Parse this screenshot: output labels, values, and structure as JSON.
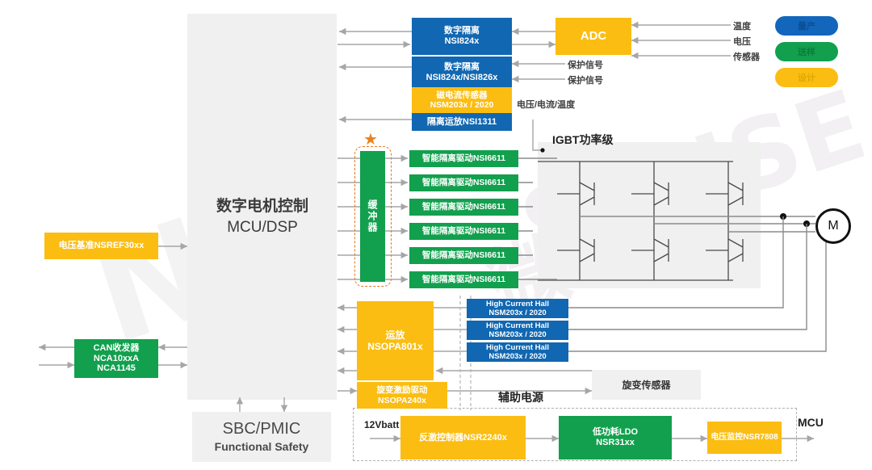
{
  "diagram": {
    "title_hidden": "",
    "mcu": {
      "line1": "数字电机控制",
      "line2": "MCU/DSP"
    },
    "sbc": {
      "line1": "SBC/PMIC",
      "line2": "Functional Safety"
    },
    "motor_label": "M",
    "igbt_label": "IGBT功率级",
    "aux_power_label": "辅助电源",
    "resolver_sensor": "旋变传感器",
    "batt_label": "12Vbatt",
    "mcu_out_label": "MCU",
    "voltage_current_temp": "电压/电流/温度"
  },
  "legend": {
    "items": [
      {
        "label": "量产",
        "color": "#1266bb",
        "name": "mass-production"
      },
      {
        "label": "送样",
        "color": "#12a04e",
        "name": "sampling"
      },
      {
        "label": "设计",
        "color": "#fbbd12",
        "name": "design"
      }
    ]
  },
  "top_blocks": [
    {
      "l1": "数字隔离",
      "l2": "NSI824x",
      "color": "blue"
    },
    {
      "l1": "数字隔离",
      "l2": "NSI824x/NSI826x",
      "color": "blue"
    },
    {
      "l1": "磁电流传感器",
      "l2": "NSM203x / 2020",
      "color": "yellow"
    },
    {
      "l1": "隔离运放NSI1311",
      "l2": "",
      "color": "blue"
    }
  ],
  "adc": {
    "label": "ADC",
    "color": "yellow"
  },
  "adc_inputs": [
    "温度",
    "电压",
    "传感器"
  ],
  "protect_signals": [
    "保护信号",
    "保护信号"
  ],
  "buffer": {
    "label": "缓冲器",
    "star": "★"
  },
  "gate_drivers": [
    {
      "label": "智能隔离驱动NSI6611"
    },
    {
      "label": "智能隔离驱动NSI6611"
    },
    {
      "label": "智能隔离驱动NSI6611"
    },
    {
      "label": "智能隔离驱动NSI6611"
    },
    {
      "label": "智能隔离驱动NSI6611"
    },
    {
      "label": "智能隔离驱动NSI6611"
    }
  ],
  "left_blocks": [
    {
      "l1": "电压基准NSREF30xx",
      "l2": "",
      "l3": "",
      "color": "yellow"
    },
    {
      "l1": "CAN收发器",
      "l2": "NCA10xxA",
      "l3": "NCA1145",
      "color": "green"
    }
  ],
  "opamp": {
    "l1": "运放",
    "l2": "NSOPA801x",
    "color": "yellow"
  },
  "hall_sensors": [
    {
      "l1": "High Current Hall",
      "l2": "NSM203x / 2020"
    },
    {
      "l1": "High Current Hall",
      "l2": "NSM203x / 2020"
    },
    {
      "l1": "High Current Hall",
      "l2": "NSM203x / 2020"
    }
  ],
  "resolver_driver": {
    "l1": "旋变激励驱动",
    "l2": "NSOPA240x",
    "color": "yellow"
  },
  "power_chain": [
    {
      "l1": "反激控制器NSR2240x",
      "l2": "",
      "color": "yellow"
    },
    {
      "l1": "低功耗LDO",
      "l2": "NSR31xx",
      "color": "green"
    },
    {
      "l1": "电压监控NSR7808",
      "l2": "",
      "color": "yellow"
    }
  ],
  "watermark": {
    "text1": "SENSE",
    "text2": "微电子"
  }
}
